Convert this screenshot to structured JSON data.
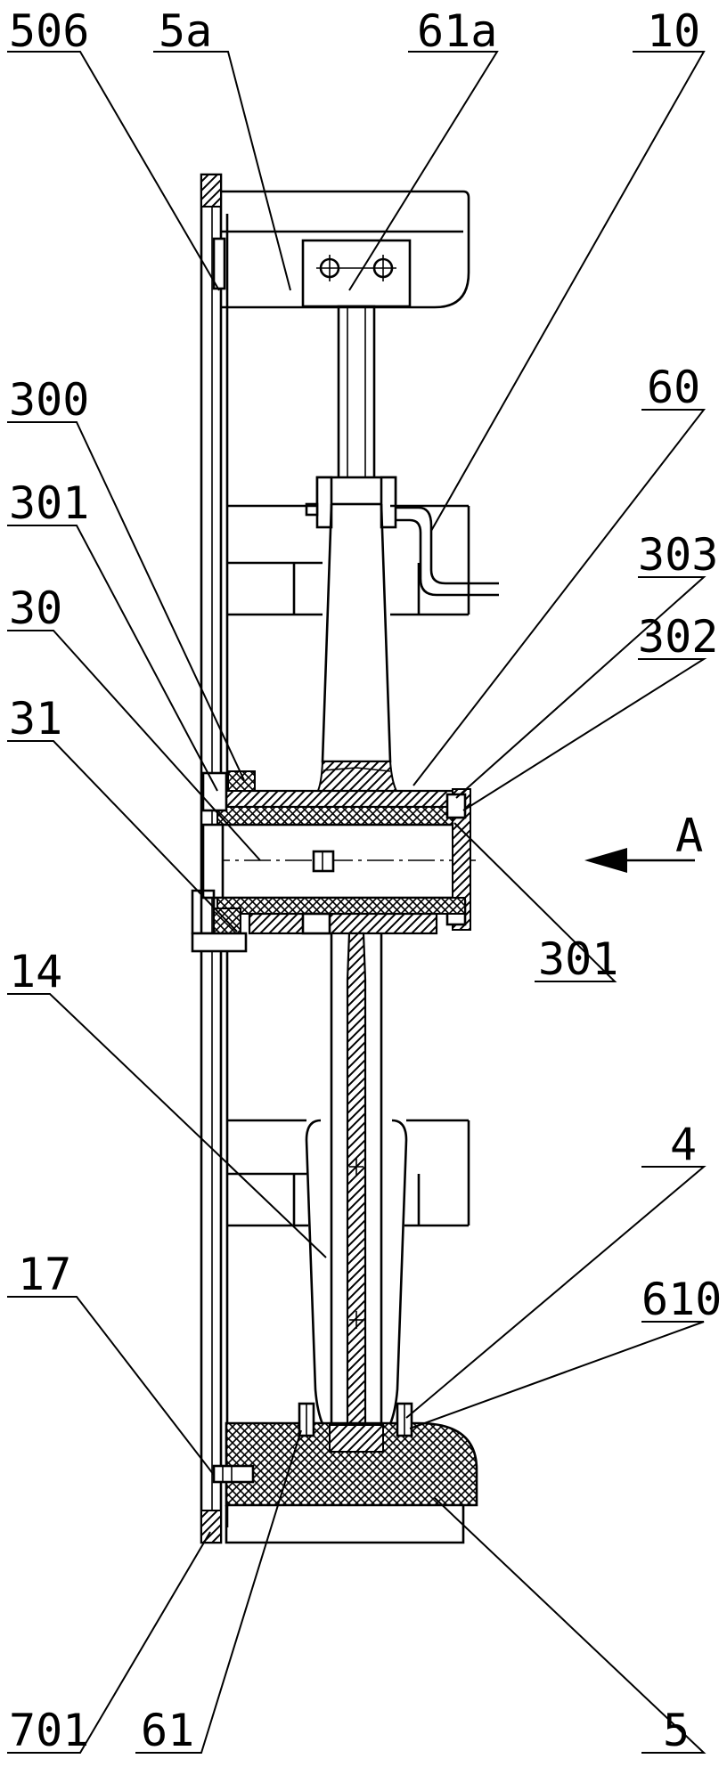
{
  "labels": {
    "l506": "506",
    "l5a": "5a",
    "l61a": "61a",
    "l10": "10",
    "l300": "300",
    "l60": "60",
    "l301_top": "301",
    "l303": "303",
    "l30": "30",
    "l302": "302",
    "l31": "31",
    "lA": "A",
    "l301_right": "301",
    "l14": "14",
    "l4": "4",
    "l17": "17",
    "l610": "610",
    "l701": "701",
    "l61": "61",
    "l5": "5"
  }
}
